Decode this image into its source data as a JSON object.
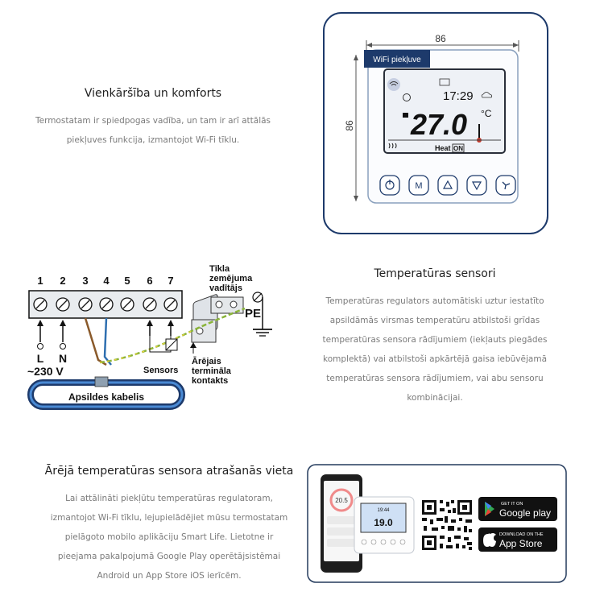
{
  "feature1": {
    "title": "Vienkāršība un komforts",
    "body_lines": [
      "Termostatam ir spiedpogas vadība, un tam ir arī attālās",
      "piekļuves funkcija, izmantojot Wi-Fi tīklu."
    ]
  },
  "thermostat": {
    "width_label": "86",
    "height_label": "86",
    "badge": "WiFi piekļuve",
    "time": "17:29",
    "temperature": "27.0",
    "unit": "°C",
    "mode": "Heat",
    "mode_state": "ON",
    "buttons": [
      "power",
      "M",
      "up",
      "down",
      "fan"
    ],
    "button_m_label": "M"
  },
  "wiring": {
    "terminals": [
      "1",
      "2",
      "3",
      "4",
      "5",
      "6",
      "7"
    ],
    "ground_label_lines": [
      "Tīkla",
      "zemējuma",
      "vadītājs"
    ],
    "pe_label": "PE",
    "l_label": "L",
    "n_label": "N",
    "voltage_label": "~230 V",
    "sensors_label": "Sensors",
    "external_terminal_lines": [
      "Ārējais",
      "termināla",
      "kontakts"
    ],
    "cable_label": "Apsildes kabelis"
  },
  "feature2": {
    "title": "Temperatūras sensori",
    "body_lines": [
      "Temperatūras regulators automātiski uztur iestatīto",
      "apsildāmās virsmas temperatūru atbilstoši grīdas",
      "temperatūras sensora rādījumiem (iekļauts piegādes",
      "komplektā) vai atbilstoši apkārtējā gaisa iebūvējamā",
      "temperatūras sensora rādījumiem, vai abu sensoru",
      "kombinācijai."
    ]
  },
  "feature3": {
    "title": "Ārējā temperatūras sensora atrašanās vieta",
    "body_lines": [
      "Lai attālināti piekļūtu temperatūras regulatoram,",
      "izmantojot Wi-Fi tīklu, lejupielādējiet mūsu termostatam",
      "pielāgoto mobilo aplikāciju Smart Life. Lietotne ir",
      "pieejama pakalpojumā Google Play operētājsistēmai",
      "Android un App Store iOS ierīcēm."
    ]
  },
  "app_promo": {
    "phone_temp": "20.5",
    "mini_time": "19:44",
    "mini_temp": "19.0",
    "google_small": "GET IT ON",
    "google_big": "Google play",
    "apple_small": "DOWNLOAD ON THE",
    "apple_big": "App Store"
  },
  "colors": {
    "navy": "#1d3a6b",
    "wire_blue": "#2f6fb0",
    "wire_green": "#8ab43a",
    "wire_brown": "#8a5a2b",
    "border": "#233a5c"
  }
}
